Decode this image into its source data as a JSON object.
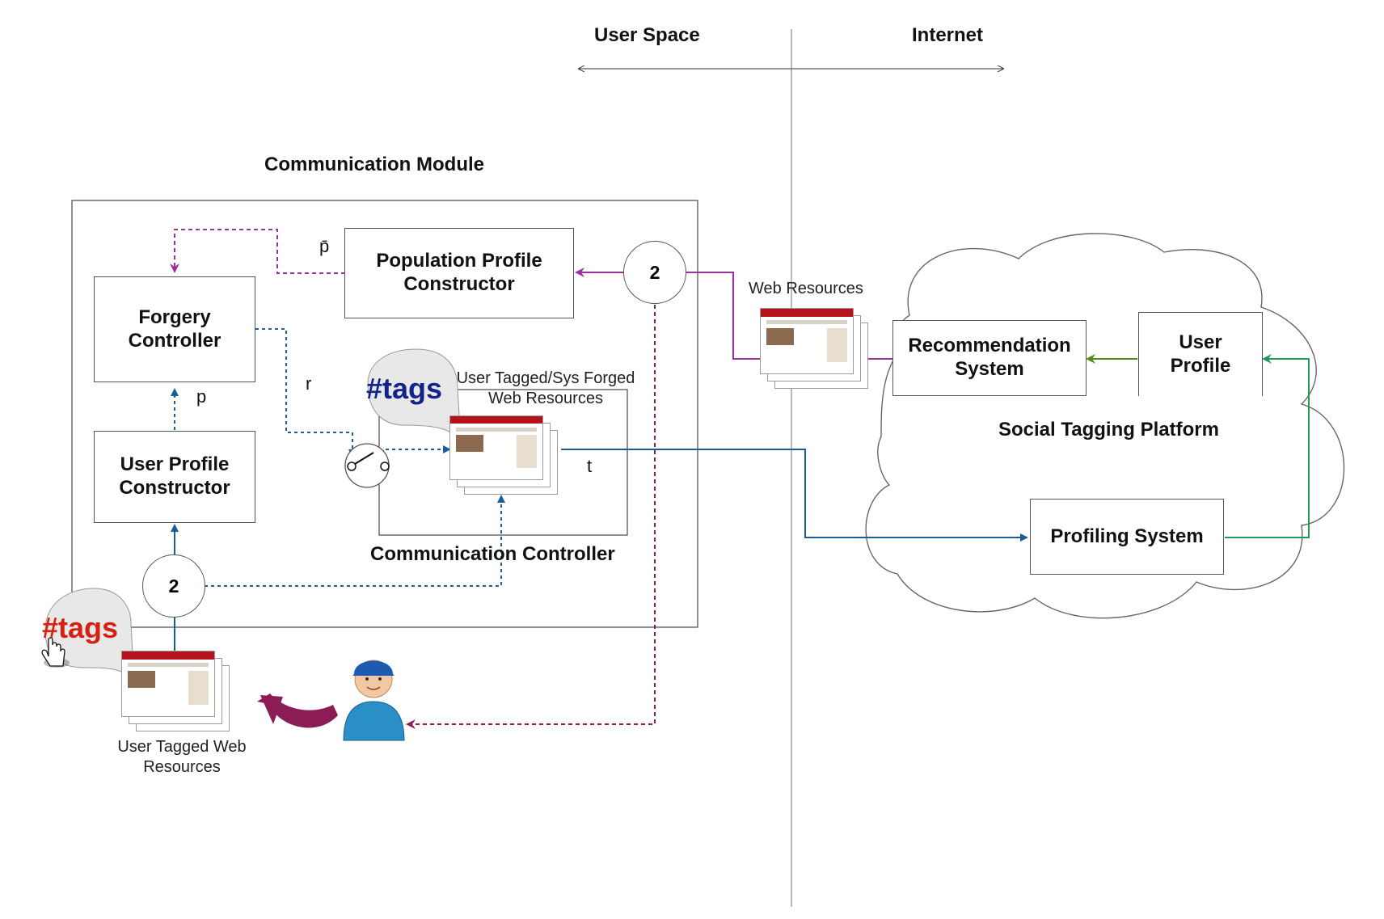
{
  "header": {
    "user_space": "User Space",
    "internet": "Internet"
  },
  "communication_module": {
    "title": "Communication Module",
    "population_profile_constructor": "Population Profile Constructor",
    "forgery_controller": "Forgery Controller",
    "user_profile_constructor": "User Profile Constructor",
    "communication_controller": "Communication Controller",
    "forged_resources_label": "User Tagged/Sys Forged Web Resources",
    "circle_top": "2",
    "circle_bottom": "2",
    "edge_pbar": "p̄",
    "edge_p": "p",
    "edge_r": "r",
    "edge_t": "t"
  },
  "user_side": {
    "tags_label": "#tags",
    "tags_label_forged": "#tags",
    "user_tagged_resources": "User Tagged Web Resources"
  },
  "web_resources_label": "Web Resources",
  "platform": {
    "title": "Social Tagging Platform",
    "recommendation_system": "Recommendation System",
    "user_profile": "User Profile",
    "profiling_system": "Profiling System"
  },
  "colors": {
    "blue": "#1b5e96",
    "purple": "#9c2f9a",
    "maroon": "#8c1c55",
    "green": "#1f9a5a",
    "olive_green": "#4d8f12",
    "tags_red": "#d62012",
    "tags_navy": "#12238a"
  },
  "icons": [
    "hand-cursor-icon",
    "user-avatar-icon",
    "curved-arrow-icon",
    "switch-icon"
  ]
}
